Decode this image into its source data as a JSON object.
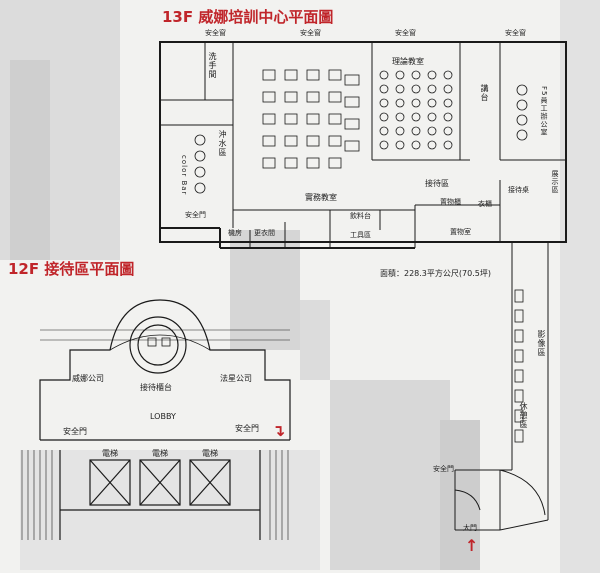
{
  "titles": {
    "floor13": "13F 威娜培訓中心平面圖",
    "floor12": "12F 接待區平面圖"
  },
  "floor13_labels": {
    "safety_window_1": "安全窗",
    "safety_window_2": "安全窗",
    "safety_window_3": "安全窗",
    "safety_window_4": "安全窗",
    "hand_wash": "洗手間",
    "shower": "沖水區",
    "color_bar": "color Bar",
    "practice_room": "實務教室",
    "theory_room": "理論教室",
    "podium": "講台",
    "office": "F5員工辦公室",
    "reception": "接待區",
    "reception_desk": "接待桌",
    "drinks": "飲料台",
    "storage_cabinet": "置物櫃",
    "wardrobe": "衣櫃",
    "storage_room": "置物室",
    "tool_area": "工具區",
    "machine_room": "機房",
    "changing_room": "更衣間",
    "safety_door": "安全門",
    "area": "面積：228.3平方公尺(70.5坪)",
    "display_area": "展示區",
    "video_area": "影像區",
    "rest_area": "休憩區",
    "safety_door_2": "安全門",
    "main_door": "大門"
  },
  "floor12_labels": {
    "wella": "威娜公司",
    "reception_counter": "接待櫃台",
    "loreal": "法星公司",
    "lobby": "LOBBY",
    "safety_door_left": "安全門",
    "safety_door_right": "安全門",
    "elevator_1": "電梯",
    "elevator_2": "電梯",
    "elevator_3": "電梯"
  },
  "colors": {
    "accent": "#c0252a",
    "wall": "#1a1a1a",
    "background": "#f2f2f0"
  },
  "icons": {
    "entrance_arrow": "red-up-arrow",
    "door_arrow": "red-curved-arrow"
  }
}
